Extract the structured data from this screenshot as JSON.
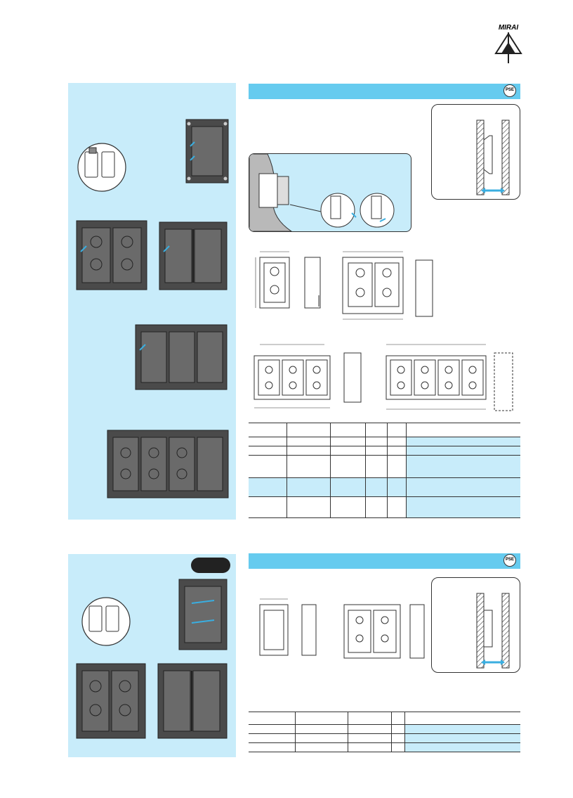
{
  "brand": {
    "logo_text": "MIRAI"
  },
  "section1": {
    "certification_mark": "PSE",
    "spec_table": {
      "row_count": 6,
      "highlight_rows": [
        3,
        4,
        5
      ]
    }
  },
  "section2": {
    "certification_mark": "PSE",
    "spec_table": {
      "row_count": 4,
      "highlight_rows": [
        1,
        2,
        3
      ]
    }
  },
  "colors": {
    "panel_light_blue": "#c8ecfa",
    "header_blue": "#66cbef",
    "accent_blue": "#3aaee0",
    "box_dark_gray": "#4a4a4a"
  }
}
